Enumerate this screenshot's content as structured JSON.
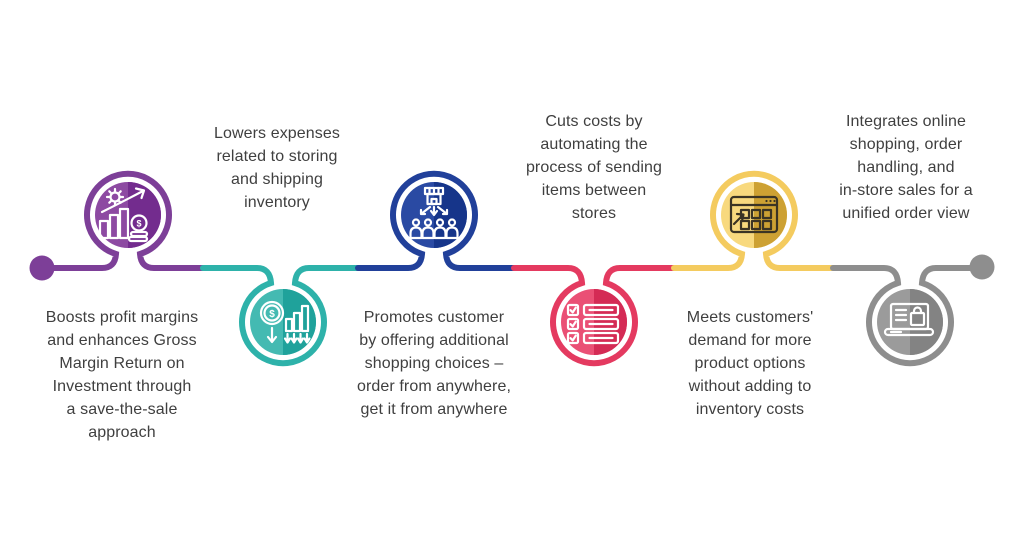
{
  "figure": {
    "type": "horizontal-loop-timeline-infographic",
    "background": "#ffffff",
    "text_color": "#3f3f3f"
  },
  "timeline": {
    "endpoints": {
      "left_color": "#7d3f98",
      "right_color": "#8e8e8e"
    },
    "items": [
      {
        "id": "profit-margins",
        "position": "top",
        "color": "#7d3f98",
        "fill_light": "#8d4aa2",
        "fill_dark": "#732c8e",
        "icon": "growth-gear-chart-icon",
        "icon_stroke": "#ffffff",
        "text": "Boosts profit margins\nand enhances Gross\nMargin Return on\nInvestment through\na save-the-sale\napproach"
      },
      {
        "id": "lower-expenses",
        "position": "bottom",
        "color": "#2eb2aa",
        "fill_light": "#44bab2",
        "fill_dark": "#1fa29b",
        "icon": "cost-decrease-icon",
        "icon_stroke": "#ffffff",
        "text": "Lowers expenses\nrelated to storing\nand shipping\ninventory"
      },
      {
        "id": "shopping-choices",
        "position": "top",
        "color": "#21409a",
        "fill_light": "#2a4aa3",
        "fill_dark": "#16358a",
        "icon": "store-distribution-icon",
        "icon_stroke": "#ffffff",
        "text": "Promotes customer\nby offering additional\nshopping choices –\norder from anywhere,\nget it from anywhere"
      },
      {
        "id": "transfer-automation",
        "position": "bottom",
        "color": "#e43a60",
        "fill_light": "#ea5075",
        "fill_dark": "#d42b55",
        "icon": "checklist-icon",
        "icon_stroke": "#ffffff",
        "text": "Cuts costs by\nautomating the\nprocess of sending\nitems between\nstores"
      },
      {
        "id": "product-options",
        "position": "top",
        "color": "#f4cb5f",
        "fill_light": "#f8d97e",
        "fill_dark": "#cda133",
        "icon": "browser-grid-cursor-icon",
        "icon_stroke": "#3b3424",
        "text": "Meets customers'\ndemand for more\nproduct options\nwithout adding to\ninventory costs"
      },
      {
        "id": "unified-orders",
        "position": "bottom",
        "color": "#8e8e8e",
        "fill_light": "#9b9b9b",
        "fill_dark": "#838383",
        "icon": "laptop-shopping-icon",
        "icon_stroke": "#ffffff",
        "text": "Integrates online\nshopping, order\nhandling, and\nin-store sales for a\nunified order view"
      }
    ]
  },
  "glyphs": {
    "dollar": "$"
  }
}
